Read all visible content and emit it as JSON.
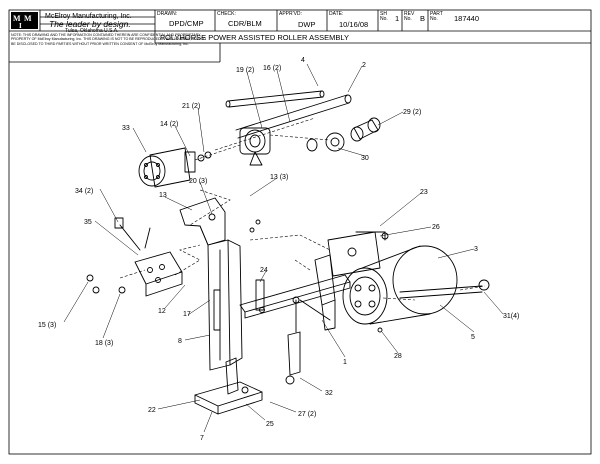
{
  "company": {
    "logo_text": "MMI",
    "name": "McElroy Manufacturing, Inc.",
    "slogan": "The leader by design.",
    "city": "Tulsa, Oklahoma U.S.A."
  },
  "title_block": {
    "drawn_label": "DRAWN:",
    "drawn_value": "DPD/CMP",
    "check_label": "CHECK:",
    "check_value": "CDR/BLM",
    "approved_label": "APPR'VD:",
    "approved_value": "DWP",
    "date_label": "DATE:",
    "date_value": "10/16/08",
    "sheet_label": "SH No.",
    "sheet_value": "1",
    "rev_label": "REV No.",
    "rev_value": "B",
    "part_label": "PART No.",
    "part_value": "187440",
    "assembly_title": "POLYHORSE POWER ASSISTED ROLLER ASSEMBLY",
    "notice": "NOTE: THIS DRAWING AND THE INFORMATION CONTAINED THEREIN ARE CONFIDENTIAL AND PROPRIETARY PROPERTY OF McElroy Manufacturing, Inc. THIS DRAWING IS NOT TO BE REPRODUCED IN ANY MANNER, NOR TO BE DISCLOSED TO THIRD PARTIES WITHOUT PRIOR WRITTEN CONSENT OF McElroy Manufacturing, Inc."
  },
  "callouts": [
    {
      "id": "c1",
      "text": "1"
    },
    {
      "id": "c2",
      "text": "2"
    },
    {
      "id": "c3",
      "text": "3"
    },
    {
      "id": "c4",
      "text": "4"
    },
    {
      "id": "c5",
      "text": "5"
    },
    {
      "id": "c7",
      "text": "7"
    },
    {
      "id": "c8",
      "text": "8"
    },
    {
      "id": "c12",
      "text": "12"
    },
    {
      "id": "c13a",
      "text": "13"
    },
    {
      "id": "c13b",
      "text": "13 (3)"
    },
    {
      "id": "c14",
      "text": "14 (2)"
    },
    {
      "id": "c15",
      "text": "15 (3)"
    },
    {
      "id": "c16",
      "text": "16 (2)"
    },
    {
      "id": "c17",
      "text": "17"
    },
    {
      "id": "c18",
      "text": "18 (3)"
    },
    {
      "id": "c19",
      "text": "19 (2)"
    },
    {
      "id": "c20",
      "text": "20 (3)"
    },
    {
      "id": "c21",
      "text": "21 (2)"
    },
    {
      "id": "c22",
      "text": "22"
    },
    {
      "id": "c23",
      "text": "23"
    },
    {
      "id": "c24",
      "text": "24"
    },
    {
      "id": "c25",
      "text": "25"
    },
    {
      "id": "c26",
      "text": "26"
    },
    {
      "id": "c27",
      "text": "27 (2)"
    },
    {
      "id": "c28",
      "text": "28"
    },
    {
      "id": "c29",
      "text": "29 (2)"
    },
    {
      "id": "c30",
      "text": "30"
    },
    {
      "id": "c31",
      "text": "31(4)"
    },
    {
      "id": "c32",
      "text": "32"
    },
    {
      "id": "c33",
      "text": "33"
    },
    {
      "id": "c34",
      "text": "34 (2)"
    },
    {
      "id": "c35",
      "text": "35"
    }
  ]
}
